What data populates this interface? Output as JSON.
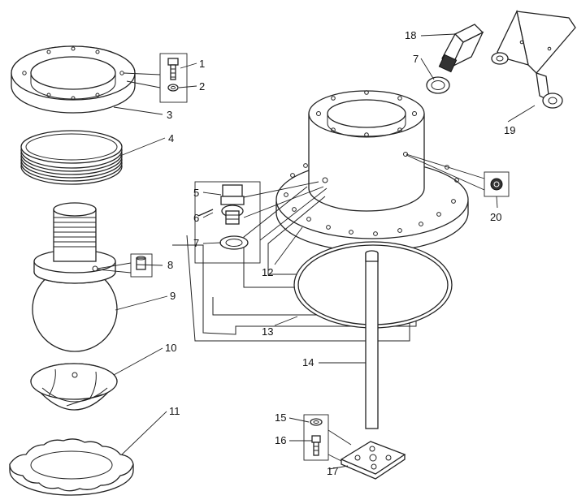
{
  "callouts": [
    {
      "id": "c1",
      "text": "1"
    },
    {
      "id": "c2",
      "text": "2"
    },
    {
      "id": "c3",
      "text": "3"
    },
    {
      "id": "c4",
      "text": "4"
    },
    {
      "id": "c5",
      "text": "5"
    },
    {
      "id": "c6",
      "text": "6"
    },
    {
      "id": "c7a",
      "text": "7"
    },
    {
      "id": "c7b",
      "text": "7"
    },
    {
      "id": "c8",
      "text": "8"
    },
    {
      "id": "c9",
      "text": "9"
    },
    {
      "id": "c10",
      "text": "10"
    },
    {
      "id": "c11",
      "text": "11"
    },
    {
      "id": "c12",
      "text": "12"
    },
    {
      "id": "c13",
      "text": "13"
    },
    {
      "id": "c14",
      "text": "14"
    },
    {
      "id": "c15",
      "text": "15"
    },
    {
      "id": "c16",
      "text": "16"
    },
    {
      "id": "c17",
      "text": "17"
    },
    {
      "id": "c18",
      "text": "18"
    },
    {
      "id": "c19",
      "text": "19"
    },
    {
      "id": "c20",
      "text": "20"
    }
  ],
  "colors": {
    "line": "#222222",
    "background": "#ffffff",
    "shade": "#dcdcdc"
  }
}
